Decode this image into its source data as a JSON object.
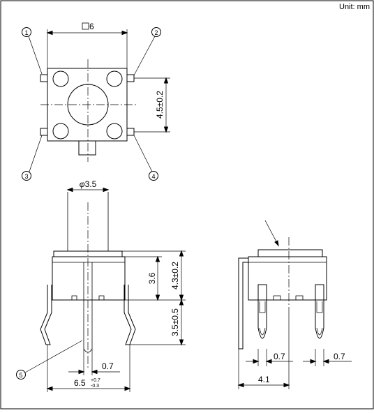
{
  "unit_label": "Unit: mm",
  "markers": [
    "1",
    "2",
    "3",
    "4",
    "5"
  ],
  "dims": {
    "square": "6",
    "height_top": "4.5±0.2",
    "diameter": "3.5",
    "dim_36": "3.6",
    "dim_43": "4.3±0.2",
    "dim_35": "3.5±0.5",
    "pin_07_left": "0.7",
    "width_65": "6.5",
    "tol_up": "+0.7",
    "tol_down": "-0.3",
    "pin_07_mid": "0.7",
    "pin_07_right": "0.7",
    "dim_41": "4.1"
  }
}
